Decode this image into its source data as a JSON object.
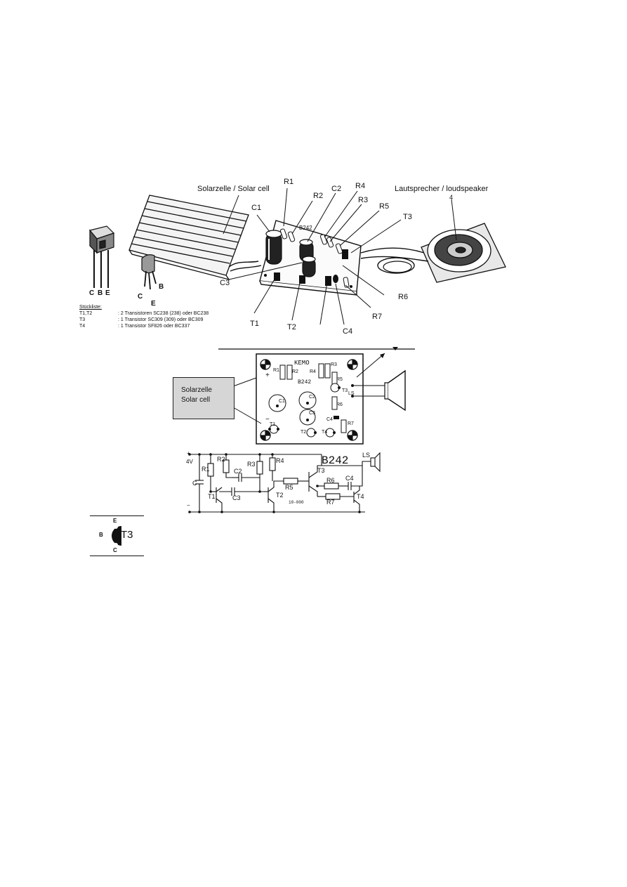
{
  "drawing": {
    "solar_cell_label": "Solarzelle / Solar cell",
    "speaker_label": "Lautsprecher / loudspeaker",
    "callouts": {
      "r1": "R1",
      "r2": "R2",
      "c2": "C2",
      "r4": "R4",
      "r3": "R3",
      "r5": "R5",
      "t3": "T3",
      "c1": "C1",
      "c3": "C3",
      "t1": "T1",
      "t2": "T2",
      "r6": "R6",
      "r7": "R7",
      "c4": "C4",
      "board": "B242",
      "speaker_ref": "4"
    },
    "transistor_pins": {
      "p1": "C",
      "p2": "B",
      "p3": "E"
    },
    "transistor2_pins": {
      "b": "B",
      "c": "C",
      "e": "E"
    }
  },
  "parts_list": {
    "title": "Stückliste:",
    "rows": [
      {
        "ref": "T1,T2",
        "desc": ": 2 Transistoren SC238 (238) oder BC238"
      },
      {
        "ref": "T3",
        "desc": ": 1 Transistor SC309 (309) oder BC309"
      },
      {
        "ref": "T4",
        "desc": ": 1 Transistor SF826 oder BC337"
      }
    ]
  },
  "pcb": {
    "solar_line1": "Solarzelle",
    "solar_line2": "Solar cell",
    "plus": "+",
    "minus": "−",
    "brand": "KEMO",
    "board": "B242",
    "r1": "R1",
    "r2": "R2",
    "r4": "R4",
    "r3": "R3",
    "r5": "R5",
    "r6": "R6",
    "r7": "R7",
    "c1": "C1",
    "c2": "C2",
    "c3": "C3",
    "c4": "C4",
    "t1": "T1",
    "t2": "T2",
    "t3": "T3",
    "t4": "T4",
    "ls": "LS"
  },
  "schematic": {
    "supply": "4V",
    "plus": "+",
    "minus": "−",
    "board": "B242",
    "code": "10-000",
    "r1": "R1",
    "r2": "R2",
    "r3": "R3",
    "r4": "R4",
    "r5": "R5",
    "r6": "R6",
    "r7": "R7",
    "c": "C",
    "c2": "C2",
    "c3": "C3",
    "c4": "C4",
    "t1": "T1",
    "t2": "T2",
    "t3": "T3",
    "t4": "T4",
    "ls": "LS"
  },
  "pinout": {
    "e": "E",
    "b": "B",
    "c": "C",
    "label": "T3"
  }
}
